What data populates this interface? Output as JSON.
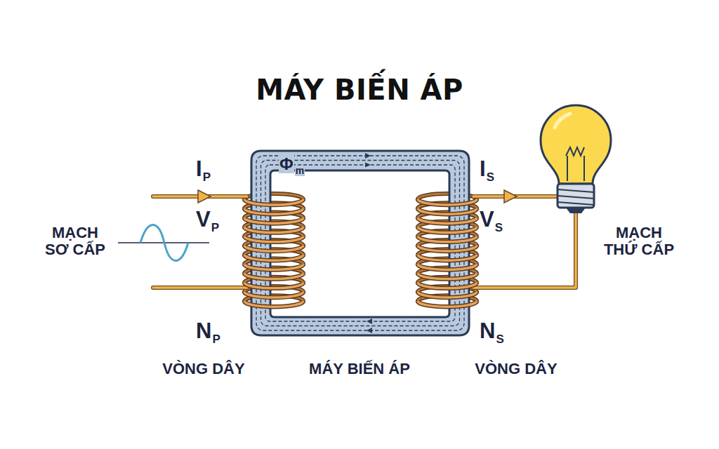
{
  "diagram": {
    "title": "MÁY BIẾN ÁP",
    "labels": [
      "Φ",
      "m",
      "I",
      "P",
      "V",
      "P",
      "MẠCH SƠ CẤP",
      "N",
      "P",
      "VÒNG DÂY",
      "MÁY BIẾN ÁP",
      "I",
      "S",
      "V",
      "S",
      "MẠCH THỨ CẤP",
      "N",
      "S",
      "VÒNG DÂY"
    ]
  }
}
